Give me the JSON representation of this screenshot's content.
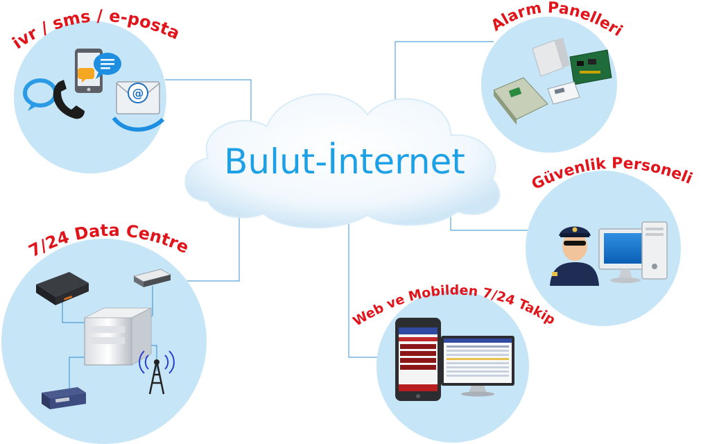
{
  "cloud": {
    "label": "Bulut-İnternet"
  },
  "nodes": {
    "ivr": {
      "label": "ivr / sms / e-posta"
    },
    "alarm": {
      "label": "Alarm Panelleri"
    },
    "security": {
      "label": "Güvenlik Personeli"
    },
    "datacentre": {
      "label": "7/24 Data Centre"
    },
    "tracking": {
      "label": "Web ve  Mobilden 7/24 Takip"
    }
  },
  "colors": {
    "label": "#e0141b",
    "cloud_text": "#1da1e4",
    "circle_fill": "#c6e6f8",
    "connector": "#5aa5d8"
  },
  "icons": {
    "ivr": [
      "chat-bubble-icon",
      "phone-icon",
      "smartphone-icon",
      "message-bubble-icon",
      "email-icon"
    ],
    "alarm": [
      "alarm-panel-box-icon",
      "circuit-board-icon",
      "alarm-keypad-icon",
      "control-module-icon"
    ],
    "security": [
      "security-guard-icon",
      "monitor-icon",
      "computer-tower-icon"
    ],
    "datacentre": [
      "dvr-box-icon",
      "router-icon",
      "server-icon",
      "rack-unit-icon",
      "radio-antenna-icon"
    ],
    "tracking": [
      "smartphone-app-icon",
      "desktop-monitor-icon"
    ]
  }
}
